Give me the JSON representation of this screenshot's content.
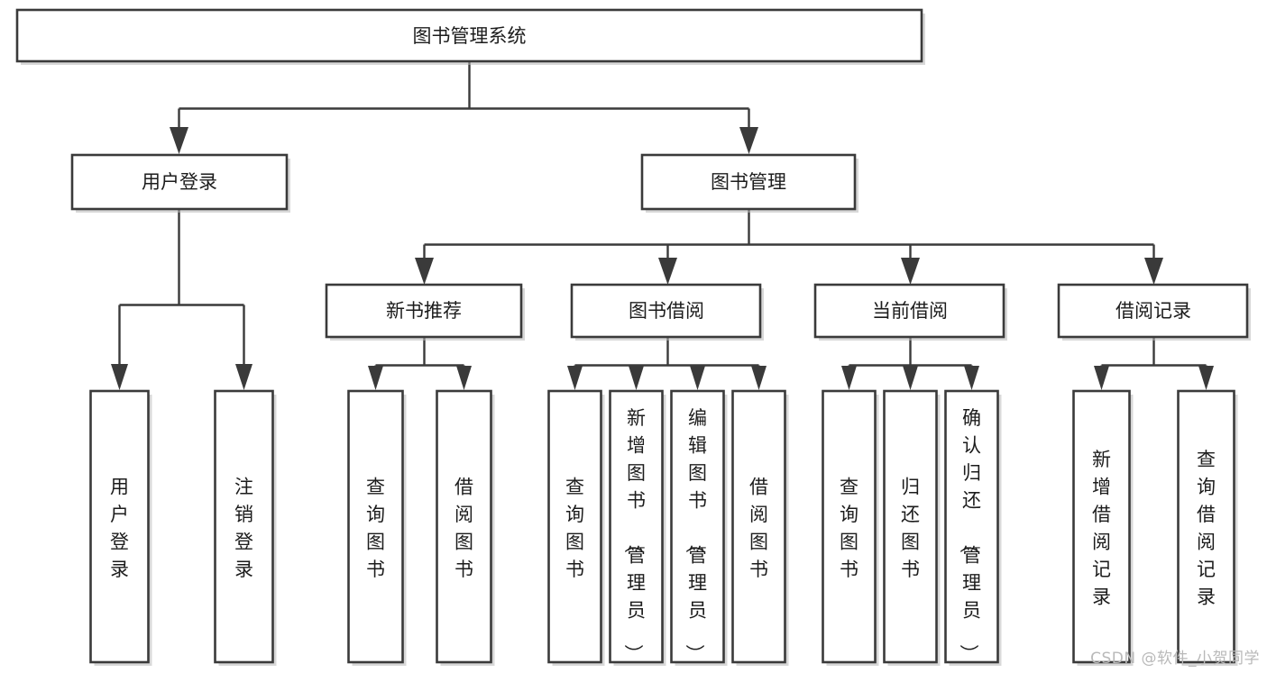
{
  "diagram": {
    "title": "图书管理系统",
    "type": "tree-hierarchy-chart",
    "orientation": "top-down",
    "colors": {
      "box_fill": "#ffffff",
      "box_stroke": "#3a3a3a",
      "line": "#3a3a3a",
      "text": "#1c1c1c",
      "background": "#ffffff",
      "watermark": "#b9b9b9"
    },
    "root": {
      "label": "图书管理系统"
    },
    "level2": [
      {
        "label": "用户登录"
      },
      {
        "label": "图书管理"
      }
    ],
    "level3": [
      {
        "label": "新书推荐"
      },
      {
        "label": "图书借阅"
      },
      {
        "label": "当前借阅"
      },
      {
        "label": "借阅记录"
      }
    ],
    "leaves": {
      "user_login": [
        {
          "label": "用户登录"
        },
        {
          "label": "注销登录"
        }
      ],
      "new_book_recommend": [
        {
          "label": "查询图书"
        },
        {
          "label": "借阅图书"
        }
      ],
      "book_borrow": [
        {
          "label": "查询图书"
        },
        {
          "label": "新增图书（管理员）"
        },
        {
          "label": "编辑图书（管理员）"
        },
        {
          "label": "借阅图书"
        }
      ],
      "current_borrow": [
        {
          "label": "查询图书"
        },
        {
          "label": "归还图书"
        },
        {
          "label": "确认归还（管理员）"
        }
      ],
      "borrow_record": [
        {
          "label": "新增借阅记录"
        },
        {
          "label": "查询借阅记录"
        }
      ]
    },
    "watermark": "CSDN @软件_小贺同学"
  },
  "chart_data": {
    "type": "table",
    "title": "图书管理系统",
    "nodes": [
      {
        "id": "root",
        "label": "图书管理系统",
        "level": 1,
        "parent": null
      },
      {
        "id": "l2-1",
        "label": "用户登录",
        "level": 2,
        "parent": "root"
      },
      {
        "id": "l2-2",
        "label": "图书管理",
        "level": 2,
        "parent": "root"
      },
      {
        "id": "l3-1",
        "label": "新书推荐",
        "level": 3,
        "parent": "l2-2"
      },
      {
        "id": "l3-2",
        "label": "图书借阅",
        "level": 3,
        "parent": "l2-2"
      },
      {
        "id": "l3-3",
        "label": "当前借阅",
        "level": 3,
        "parent": "l2-2"
      },
      {
        "id": "l3-4",
        "label": "借阅记录",
        "level": 3,
        "parent": "l2-2"
      },
      {
        "id": "l4-1",
        "label": "用户登录",
        "level": 4,
        "parent": "l2-1"
      },
      {
        "id": "l4-2",
        "label": "注销登录",
        "level": 4,
        "parent": "l2-1"
      },
      {
        "id": "l4-3",
        "label": "查询图书",
        "level": 4,
        "parent": "l3-1"
      },
      {
        "id": "l4-4",
        "label": "借阅图书",
        "level": 4,
        "parent": "l3-1"
      },
      {
        "id": "l4-5",
        "label": "查询图书",
        "level": 4,
        "parent": "l3-2"
      },
      {
        "id": "l4-6",
        "label": "新增图书（管理员）",
        "level": 4,
        "parent": "l3-2"
      },
      {
        "id": "l4-7",
        "label": "编辑图书（管理员）",
        "level": 4,
        "parent": "l3-2"
      },
      {
        "id": "l4-8",
        "label": "借阅图书",
        "level": 4,
        "parent": "l3-2"
      },
      {
        "id": "l4-9",
        "label": "查询图书",
        "level": 4,
        "parent": "l3-3"
      },
      {
        "id": "l4-10",
        "label": "归还图书",
        "level": 4,
        "parent": "l3-3"
      },
      {
        "id": "l4-11",
        "label": "确认归还（管理员）",
        "level": 4,
        "parent": "l3-3"
      },
      {
        "id": "l4-12",
        "label": "新增借阅记录",
        "level": 4,
        "parent": "l3-4"
      },
      {
        "id": "l4-13",
        "label": "查询借阅记录",
        "level": 4,
        "parent": "l3-4"
      }
    ]
  }
}
